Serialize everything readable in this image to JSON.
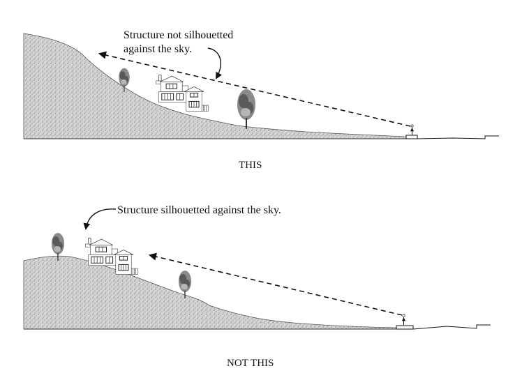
{
  "panels": [
    {
      "id": "this",
      "annotation_line1": "Structure not silhouetted",
      "annotation_line2": "against the sky.",
      "caption": "THIS"
    },
    {
      "id": "not-this",
      "annotation_line1": "Structure silhouetted against the sky.",
      "caption": "NOT THIS"
    }
  ],
  "colors": {
    "ink": "#111111",
    "hill_fill": "#c9c9c9",
    "tree_dark": "#555555",
    "tree_light": "#9a9a9a"
  }
}
